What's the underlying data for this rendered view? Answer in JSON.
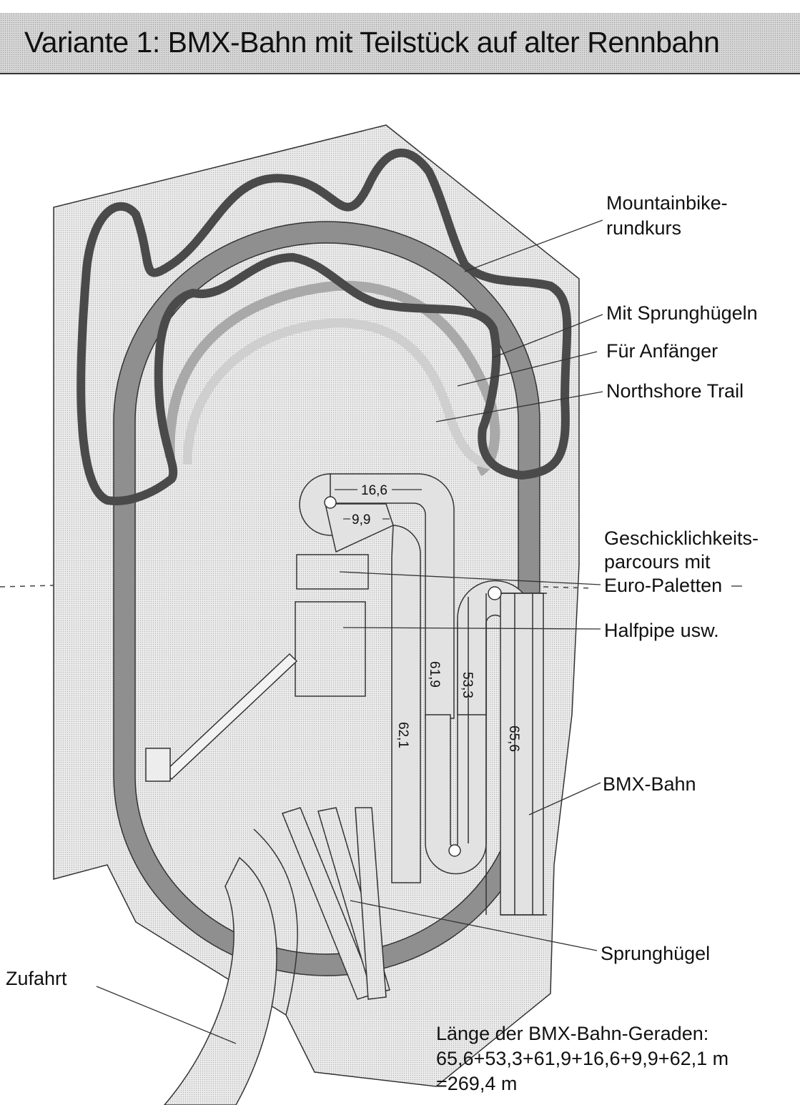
{
  "title": "Variante 1: BMX-Bahn mit Teilstück auf alter Rennbahn",
  "labels": {
    "mountainbike": [
      "Mountainbike-",
      "rundkurs"
    ],
    "sprunghuegeln": "Mit Sprunghügeln",
    "anfaenger": "Für Anfänger",
    "northshore": "Northshore Trail",
    "geschick": [
      "Geschicklichkeits-",
      "parcours mit",
      "Euro-Paletten"
    ],
    "halfpipe": "Halfpipe usw.",
    "bmx": "BMX-Bahn",
    "sprunghuegel": "Sprunghügel",
    "zufahrt": "Zufahrt"
  },
  "dimensions": {
    "d166": "16,6",
    "d99": "9,9",
    "d621": "62,1",
    "d619": "61,9",
    "d533": "53,3",
    "d656": "65,6"
  },
  "summary": {
    "line1": "Länge der BMX-Bahn-Geraden:",
    "line2": "65,6+53,3+61,9+16,6+9,9+62,1 m",
    "line3": "=269,4 m"
  },
  "colors": {
    "area": "#e9e9e9",
    "track": "#8f8f8f",
    "mtb": "#4a4a4a",
    "trail_light": "#cfcfcf",
    "trail_mid": "#a9a9a9",
    "bmx_fill": "#e2e2e2"
  }
}
